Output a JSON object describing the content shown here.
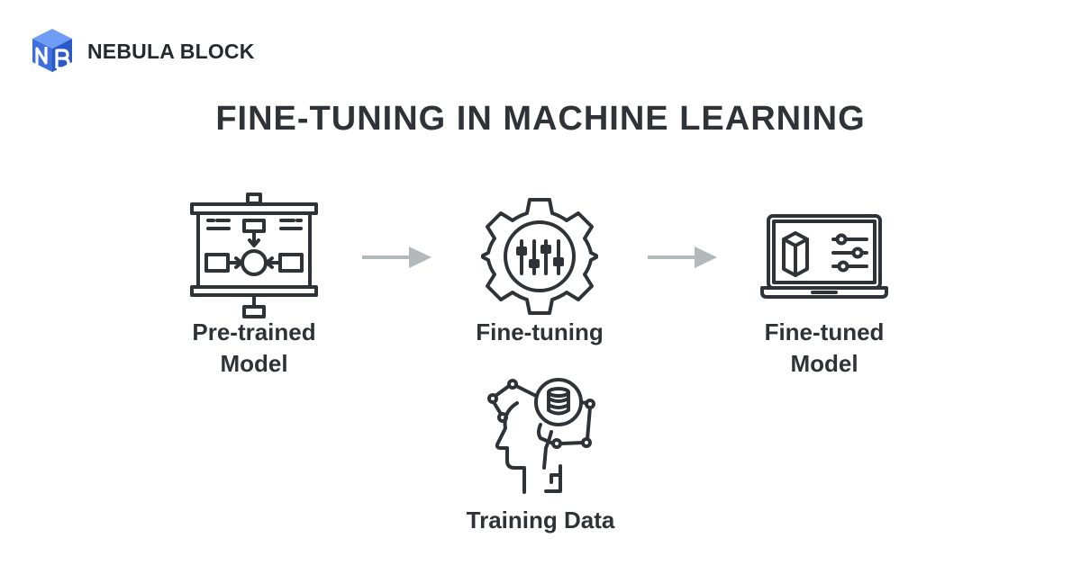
{
  "brand": {
    "name": "NEBULA BLOCK"
  },
  "title": "FINE-TUNING IN MACHINE LEARNING",
  "steps": [
    {
      "line1": "Pre-trained",
      "line2": "Model",
      "icon": "presentation-board-icon"
    },
    {
      "line1": "Fine-tuning",
      "icon": "gear-sliders-icon"
    },
    {
      "line1": "Fine-tuned",
      "line2": "Model",
      "icon": "laptop-cube-settings-icon"
    }
  ],
  "input": {
    "label": "Training Data",
    "icon": "ai-head-database-icon"
  },
  "colors": {
    "text": "#2f3237",
    "arrow": "#b3b8bd",
    "logo_light": "#5a8cf2",
    "logo_dark": "#2c59c8"
  }
}
